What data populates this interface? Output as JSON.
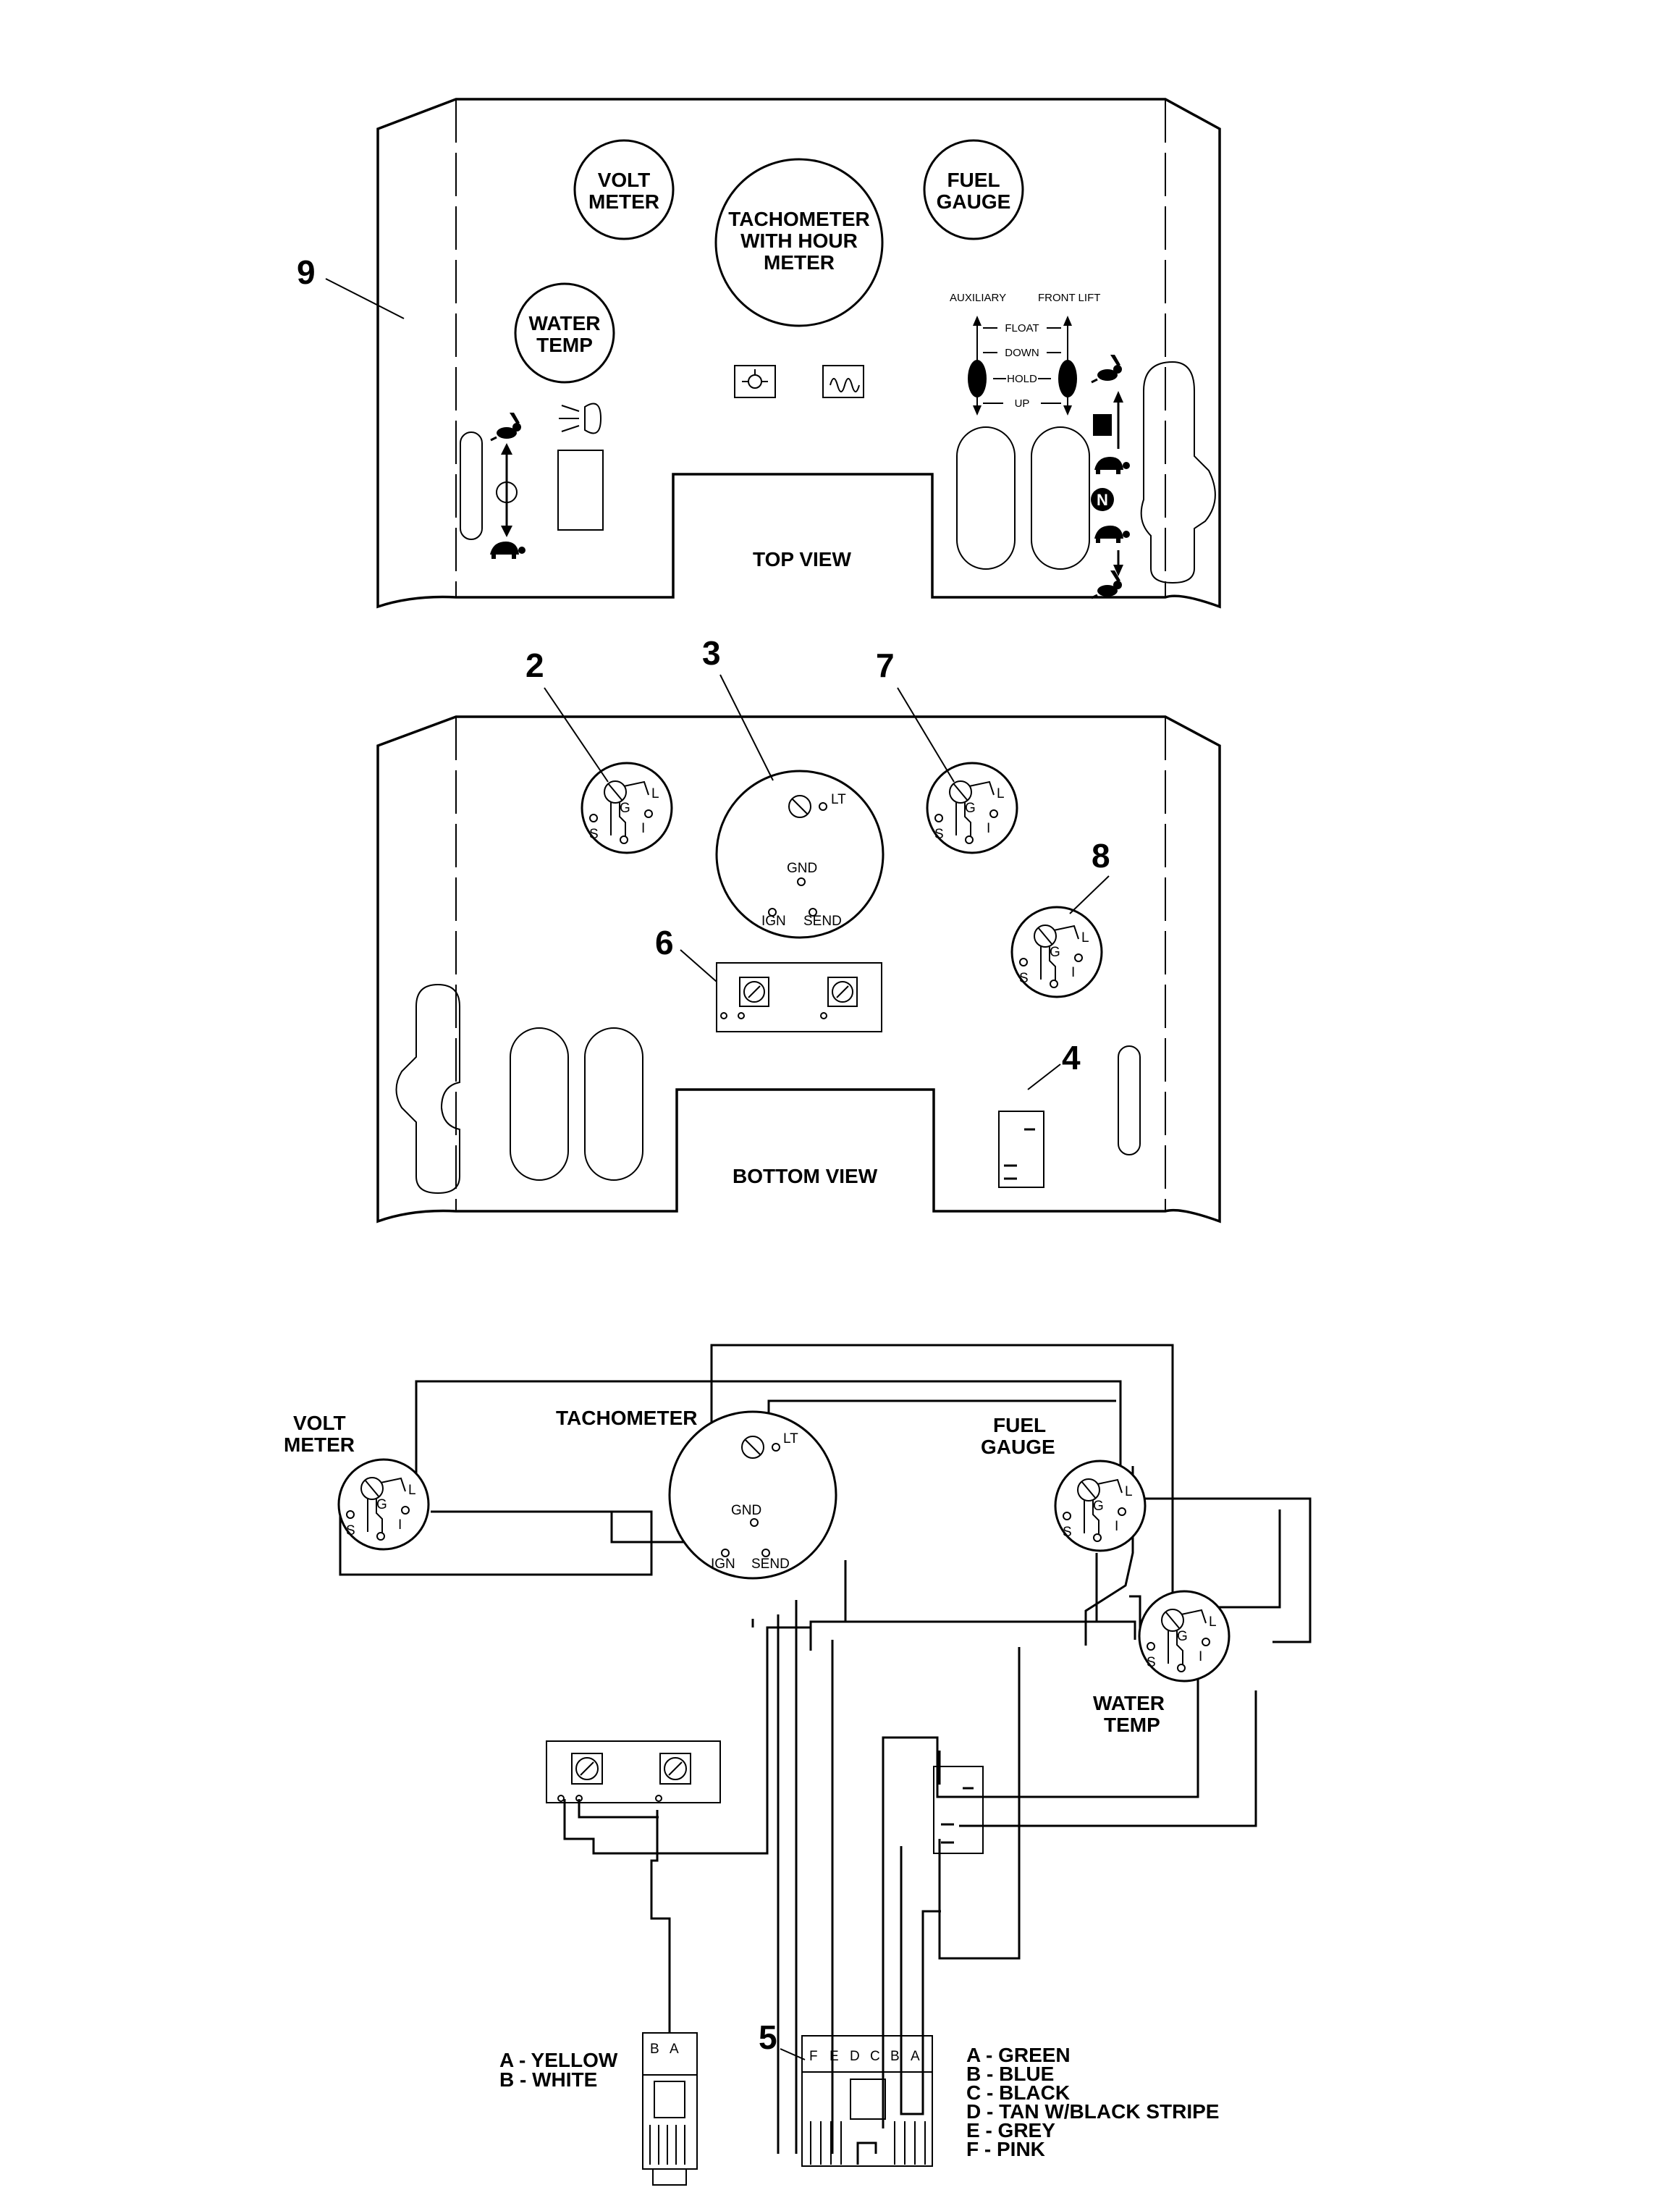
{
  "top_view": {
    "caption": "TOP VIEW",
    "volt_meter": [
      "VOLT",
      "METER"
    ],
    "tachometer": [
      "TACHOMETER",
      "WITH HOUR",
      "METER"
    ],
    "fuel_gauge": [
      "FUEL",
      "GAUGE"
    ],
    "water_temp": [
      "WATER",
      "TEMP"
    ],
    "lever_headers": [
      "AUXILIARY",
      "FRONT LIFT"
    ],
    "lever_positions": [
      "FLOAT",
      "DOWN",
      "HOLD",
      "UP"
    ],
    "neutral_symbol": "N"
  },
  "bottom_view": {
    "caption": "BOTTOM VIEW",
    "callouts": [
      "9",
      "2",
      "3",
      "7",
      "8",
      "6",
      "4",
      "5"
    ],
    "gauge_terminals": [
      "S",
      "G",
      "I",
      "L"
    ],
    "tach_terminals": [
      "LT",
      "GND",
      "IGN",
      "SEND"
    ]
  },
  "schematic": {
    "volt_meter": [
      "VOLT",
      "METER"
    ],
    "tachometer": "TACHOMETER",
    "fuel_gauge": [
      "FUEL",
      "GAUGE"
    ],
    "water_temp": [
      "WATER",
      "TEMP"
    ],
    "connector_2pin_letters": [
      "B",
      "A"
    ],
    "connector_2pin_legend": [
      "A - YELLOW",
      "B - WHITE"
    ],
    "connector_6pin_letters": [
      "F",
      "E",
      "D",
      "C",
      "B",
      "A"
    ],
    "connector_6pin_legend": [
      "A - GREEN",
      "B - BLUE",
      "C - BLACK",
      "D - TAN W/BLACK STRIPE",
      "E - GREY",
      "F - PINK"
    ]
  },
  "colors": {
    "ink": "#000000",
    "paper": "#ffffff"
  }
}
